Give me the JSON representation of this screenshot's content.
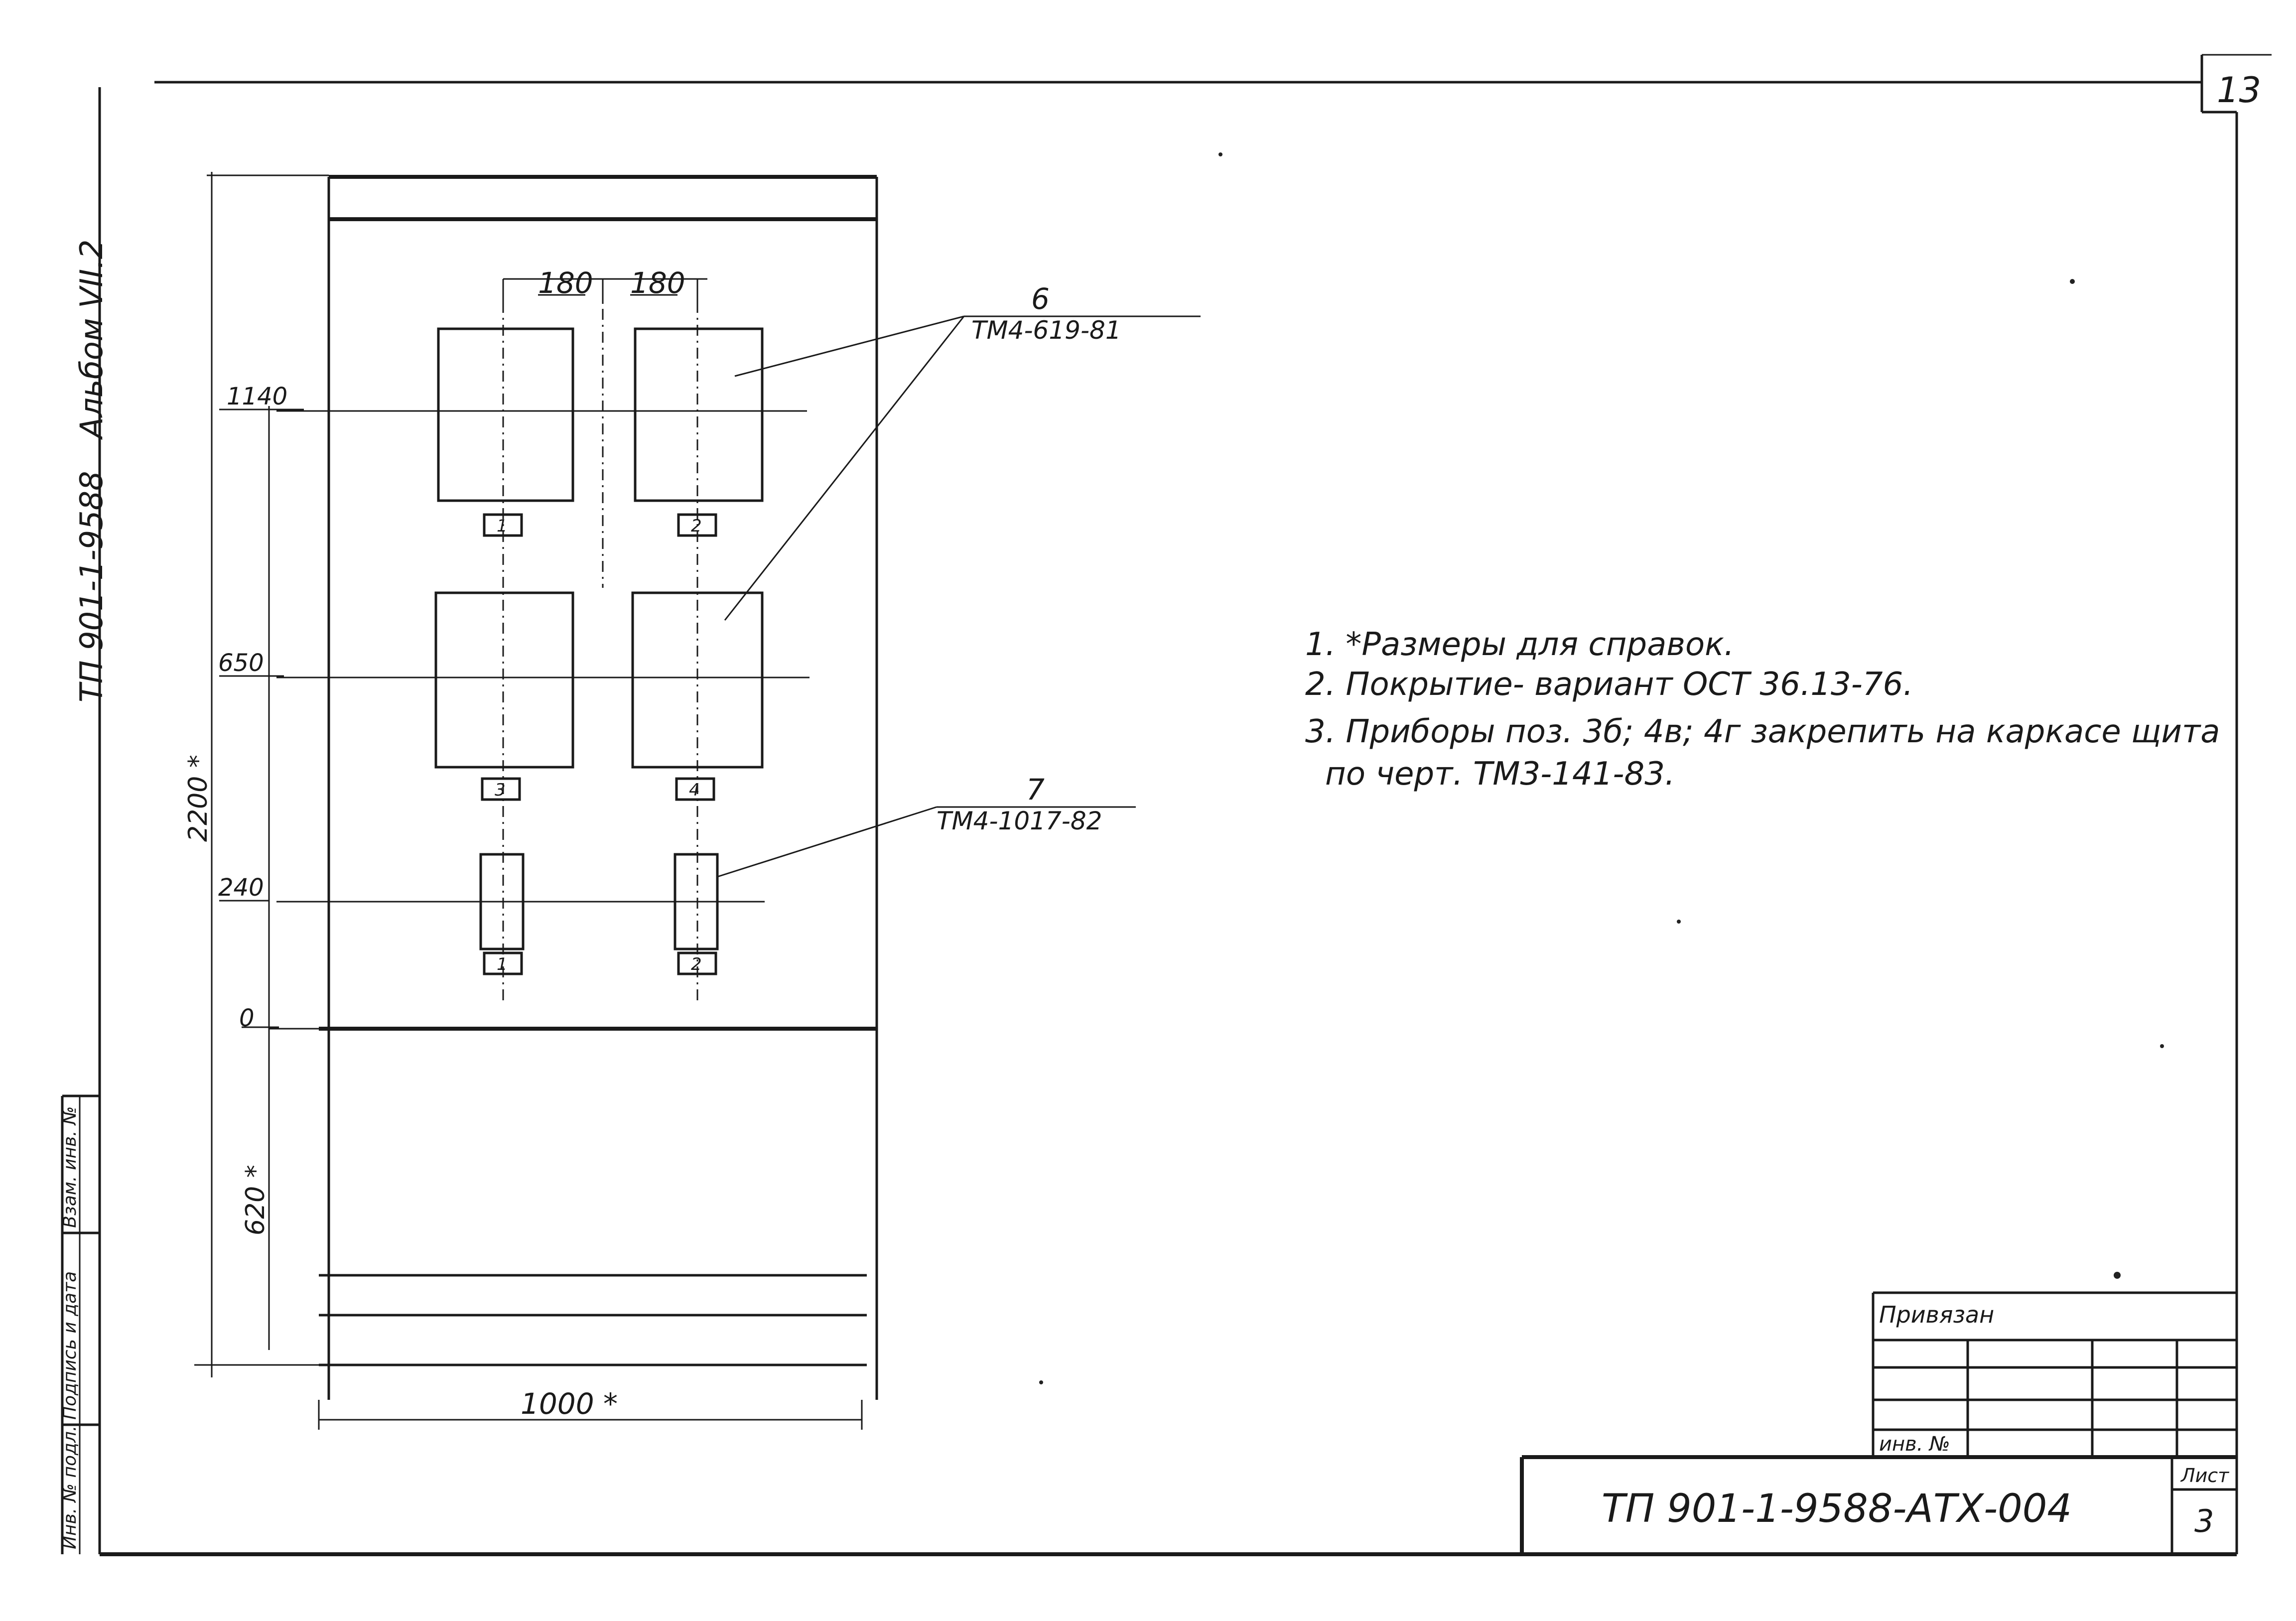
{
  "sheet_number_top": "13",
  "side_text": {
    "album": "Альбом VII.2",
    "project": "ТП 901-1-9588"
  },
  "side_stamp": {
    "inv_podl": "Инв. № подл.",
    "signature_date": "Подпись и дата",
    "vzam_inv": "Взам. инв. №"
  },
  "dimensions": {
    "spacing_left": "180",
    "spacing_right": "180",
    "level_1140": "1140",
    "level_650": "650",
    "level_240": "240",
    "level_0": "0",
    "height_total": "2200 *",
    "height_bottom": "620 *",
    "width_total": "1000 *"
  },
  "instruments": {
    "top_left": "1",
    "top_right": "2",
    "mid_left": "3",
    "mid_right": "4",
    "low_left": "1",
    "low_right": "2"
  },
  "callouts": {
    "ref6_num": "6",
    "ref6_doc": "ТМ4-619-81",
    "ref7_num": "7",
    "ref7_doc": "ТМ4-1017-82"
  },
  "notes": [
    "1. *Размеры для справок.",
    "2. Покрытие- вариант ОСТ 36.13-76.",
    "3. Приборы поз. 3б; 4в; 4г закрепить на каркасе щита",
    "по черт. ТМ3-141-83."
  ],
  "title_block": {
    "privyazan": "Привязан",
    "inv_no": "инв. №",
    "designation": "ТП 901-1-9588-АТХ-004",
    "sheet_label": "Лист",
    "sheet_value": "3"
  }
}
